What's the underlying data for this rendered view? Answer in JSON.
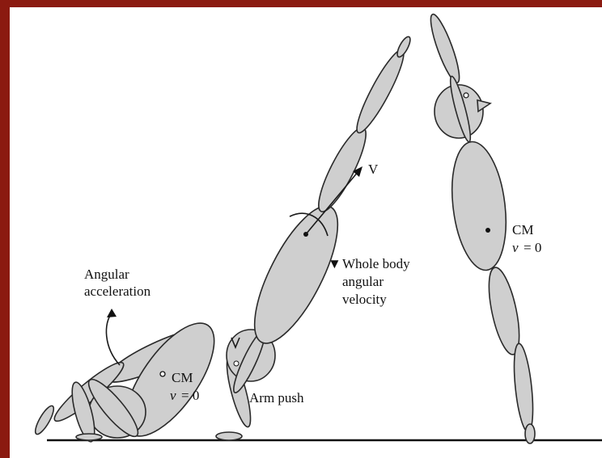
{
  "labels": {
    "angular_acceleration_1": "Angular",
    "angular_acceleration_2": "acceleration",
    "cm_left": "CM",
    "v_left": "v",
    "eq_left": "= 0",
    "arm_push": "Arm push",
    "velocity_v": "V",
    "whole_body_1": "Whole body",
    "whole_body_2": "angular",
    "whole_body_3": "velocity",
    "cm_right": "CM",
    "v_right": "v",
    "eq_right": "= 0"
  },
  "colors": {
    "border": "#8b1a10",
    "segment_fill": "#cfcfcf",
    "background": "#ffffff"
  }
}
